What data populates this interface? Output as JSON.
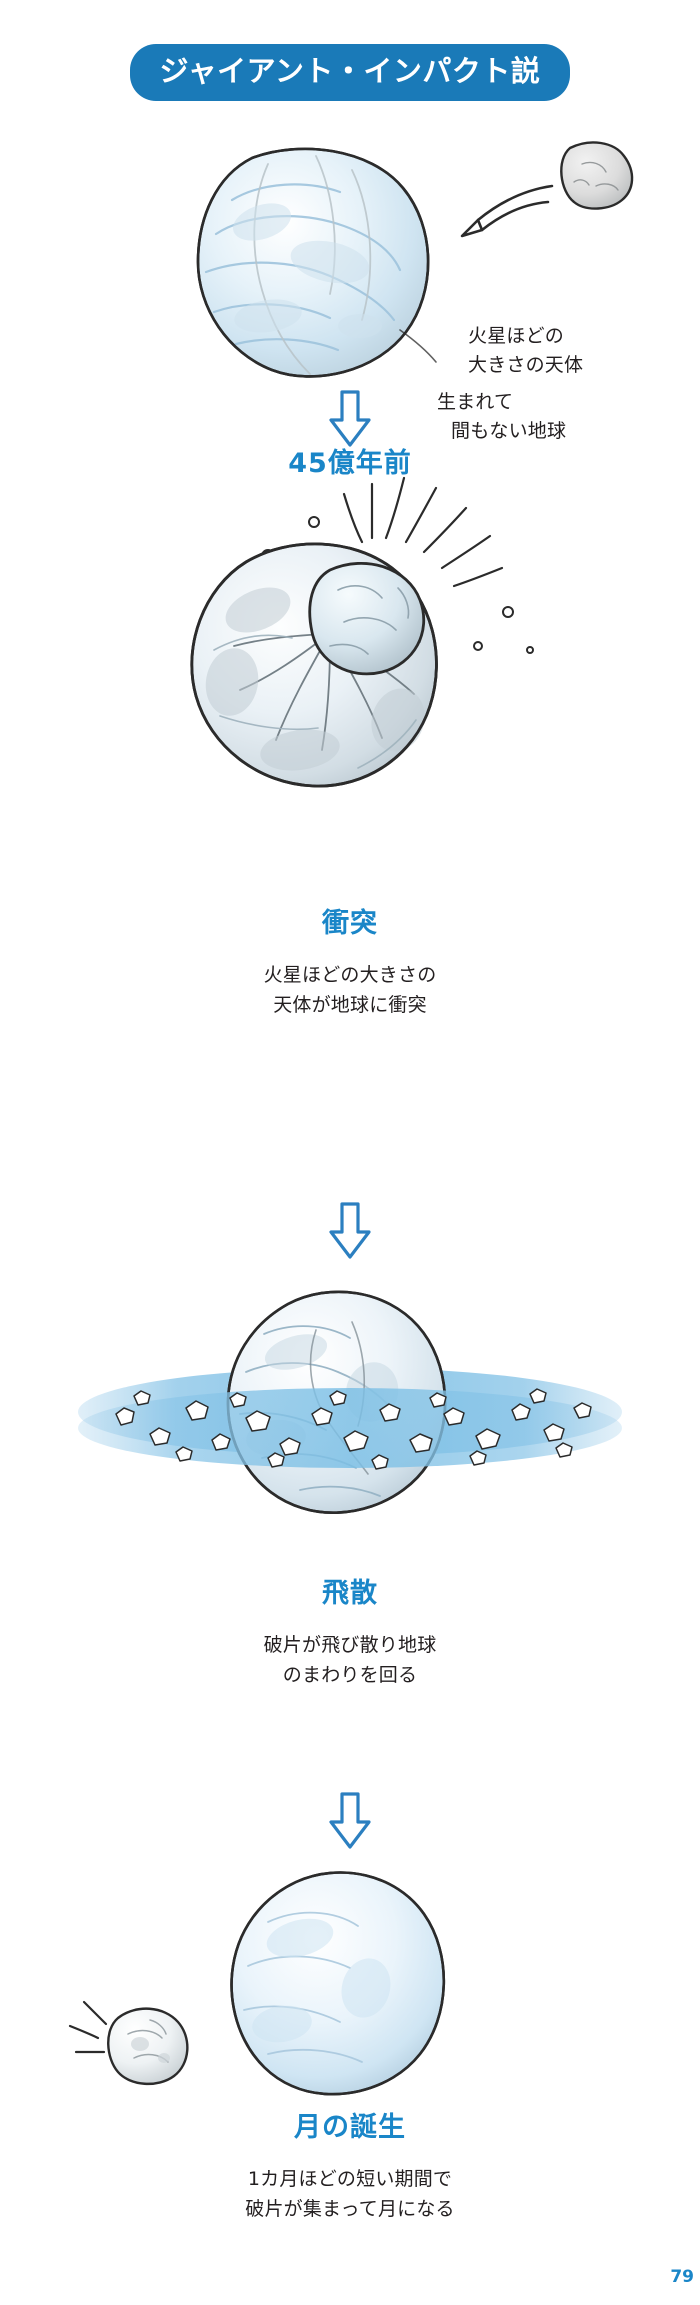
{
  "document": {
    "title": "ジャイアント・インパクト説",
    "page_number": "79",
    "accent_color": "#1a7ab8",
    "heading_color": "#1a86c8",
    "text_color": "#231f20",
    "background_color": "#ffffff"
  },
  "stages": [
    {
      "id": "stage-1",
      "heading": "45億年前",
      "illustration": "young-earth-with-incoming-body",
      "annotations": [
        {
          "name": "impactor-label",
          "line1": "火星ほどの",
          "line2": "大きさの天体"
        },
        {
          "name": "earth-label",
          "line1": "生まれて",
          "line2": "間もない地球"
        }
      ],
      "description": {
        "line1": "",
        "line2": ""
      }
    },
    {
      "id": "stage-2",
      "heading": "衝突",
      "illustration": "impact-collision",
      "annotations": [],
      "description": {
        "line1": "火星ほどの大きさの",
        "line2": "天体が地球に衝突"
      }
    },
    {
      "id": "stage-3",
      "heading": "飛散",
      "illustration": "debris-ring-around-earth",
      "annotations": [],
      "description": {
        "line1": "破片が飛び散り地球",
        "line2": "のまわりを回る"
      }
    },
    {
      "id": "stage-4",
      "heading": "月の誕生",
      "illustration": "earth-and-new-moon",
      "annotations": [],
      "description": {
        "line1": "1カ月ほどの短い期間で",
        "line2": "破片が集まって月になる"
      }
    }
  ],
  "arrows": [
    {
      "name": "arrow-1",
      "icon": "arrow-down-icon"
    },
    {
      "name": "arrow-2",
      "icon": "arrow-down-icon"
    },
    {
      "name": "arrow-3",
      "icon": "arrow-down-icon"
    }
  ]
}
